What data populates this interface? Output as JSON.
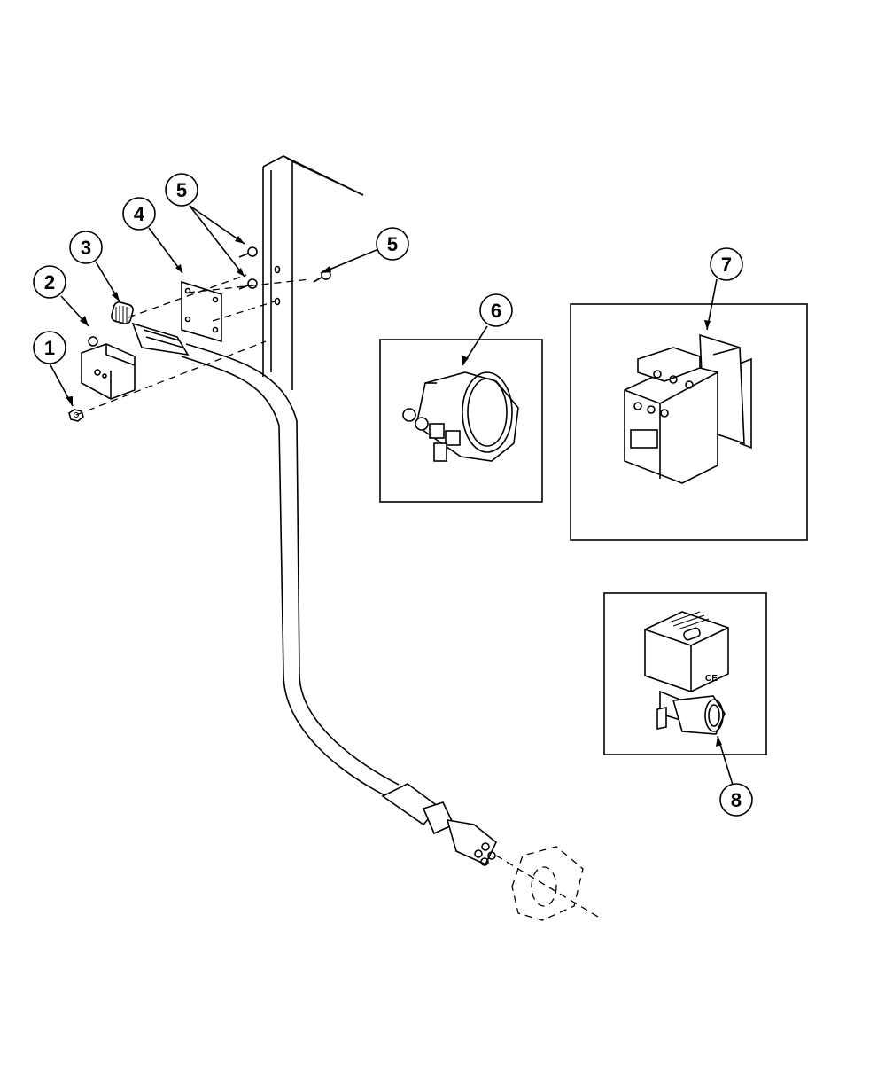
{
  "callouts": [
    {
      "id": "c1",
      "label": "1"
    },
    {
      "id": "c2",
      "label": "2"
    },
    {
      "id": "c3",
      "label": "3"
    },
    {
      "id": "c4",
      "label": "4"
    },
    {
      "id": "c5a",
      "label": "5"
    },
    {
      "id": "c5b",
      "label": "5"
    },
    {
      "id": "c6",
      "label": "6"
    },
    {
      "id": "c7",
      "label": "7"
    },
    {
      "id": "c8",
      "label": "8"
    }
  ],
  "valve_marking": "CE"
}
